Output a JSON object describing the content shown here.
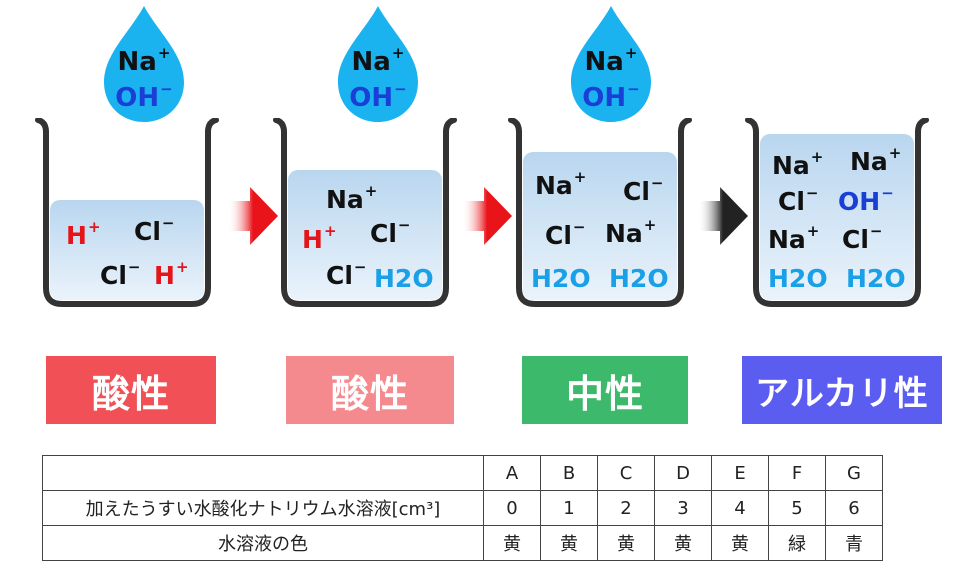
{
  "drops": [
    {
      "cation": "Na",
      "cation_charge": "+",
      "anion": "OH",
      "anion_charge": "−"
    },
    {
      "cation": "Na",
      "cation_charge": "+",
      "anion": "OH",
      "anion_charge": "−"
    },
    {
      "cation": "Na",
      "cation_charge": "+",
      "anion": "OH",
      "anion_charge": "−"
    }
  ],
  "beakers": [
    {
      "ions": [
        {
          "text": "H",
          "charge": "+",
          "color": "red"
        },
        {
          "text": "Cl",
          "charge": "−",
          "color": "black"
        },
        {
          "text": "Cl",
          "charge": "−",
          "color": "black"
        },
        {
          "text": "H",
          "charge": "+",
          "color": "red"
        }
      ]
    },
    {
      "ions": [
        {
          "text": "Na",
          "charge": "+",
          "color": "black"
        },
        {
          "text": "H",
          "charge": "+",
          "color": "red"
        },
        {
          "text": "Cl",
          "charge": "−",
          "color": "black"
        },
        {
          "text": "Cl",
          "charge": "−",
          "color": "black"
        },
        {
          "text": "H2O",
          "charge": "",
          "color": "cyan"
        }
      ]
    },
    {
      "ions": [
        {
          "text": "Na",
          "charge": "+",
          "color": "black"
        },
        {
          "text": "Cl",
          "charge": "−",
          "color": "black"
        },
        {
          "text": "Cl",
          "charge": "−",
          "color": "black"
        },
        {
          "text": "Na",
          "charge": "+",
          "color": "black"
        },
        {
          "text": "H2O",
          "charge": "",
          "color": "cyan"
        },
        {
          "text": "H2O",
          "charge": "",
          "color": "cyan"
        }
      ]
    },
    {
      "ions": [
        {
          "text": "Na",
          "charge": "+",
          "color": "black"
        },
        {
          "text": "Na",
          "charge": "+",
          "color": "black"
        },
        {
          "text": "Cl",
          "charge": "−",
          "color": "black"
        },
        {
          "text": "OH",
          "charge": "−",
          "color": "blue"
        },
        {
          "text": "Na",
          "charge": "+",
          "color": "black"
        },
        {
          "text": "Cl",
          "charge": "−",
          "color": "black"
        },
        {
          "text": "H2O",
          "charge": "",
          "color": "cyan"
        },
        {
          "text": "H2O",
          "charge": "",
          "color": "cyan"
        }
      ]
    }
  ],
  "arrows": [
    {
      "color": "#e8141a"
    },
    {
      "color": "#e8141a"
    },
    {
      "color": "#222222"
    }
  ],
  "labels": [
    {
      "text": "酸性",
      "color": "#f05056"
    },
    {
      "text": "酸性",
      "color": "#f58a8e"
    },
    {
      "text": "中性",
      "color": "#3cb96a"
    },
    {
      "text": "アルカリ性",
      "color": "#5b5cf0"
    }
  ],
  "table": {
    "columns": [
      "A",
      "B",
      "C",
      "D",
      "E",
      "F",
      "G"
    ],
    "rows": [
      {
        "label": "加えたうすい水酸化ナトリウム水溶液[cm³]",
        "values": [
          "0",
          "1",
          "2",
          "3",
          "4",
          "5",
          "6"
        ]
      },
      {
        "label": "水溶液の色",
        "values": [
          "黄",
          "黄",
          "黄",
          "黄",
          "黄",
          "緑",
          "青"
        ]
      }
    ]
  }
}
